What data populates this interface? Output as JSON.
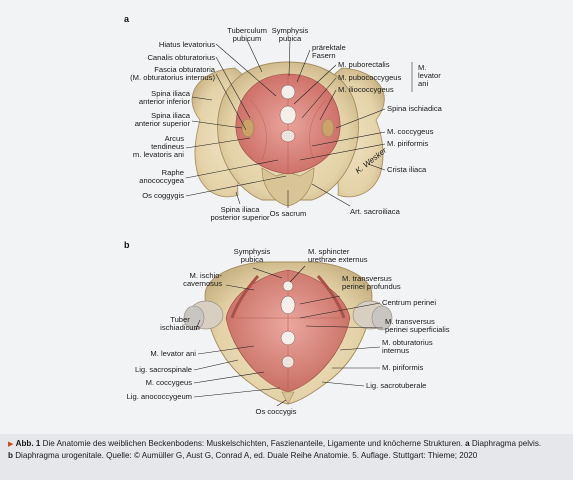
{
  "panel_a": {
    "letter": "a",
    "labels": {
      "tuberculum": [
        "Tuberculum",
        "pubicum"
      ],
      "symphysis": [
        "Symphysis",
        "pubica"
      ],
      "praerektale": [
        "präre­ktale",
        "Fasern"
      ],
      "hiatus": "Hiatus levatorius",
      "canalis": "Canalis obturatorius",
      "fascia": [
        "Fascia obturatoria",
        "(M. obturatorius internus)"
      ],
      "spina_inf": [
        "Spina iliaca",
        "anterior inferior"
      ],
      "spina_sup": [
        "Spina iliaca",
        "anterior superior"
      ],
      "arcus": [
        "Arcus",
        "tendineus",
        "m. levatoris ani"
      ],
      "raphe": [
        "Raphe",
        "anococcygea"
      ],
      "os_coggygis": "Os coggygis",
      "spina_post": [
        "Spina iliaca",
        "posterior superior"
      ],
      "os_sacrum": "Os sacrum",
      "art_sacro": "Art. sacroiliaca",
      "crista": "Crista iliaca",
      "piriformis": "M. piriformis",
      "coccygeus": "M. coccygeus",
      "spina_isch": "Spina ischiadica",
      "puborectalis": "M. puborectalis",
      "pubococcygeus": "M. pubococcygeus",
      "iliococcygeus": "M. iliococcygeus",
      "levator_group": [
        "M.",
        "levator",
        "ani"
      ],
      "signature": "K. Wesker"
    }
  },
  "panel_b": {
    "letter": "b",
    "labels": {
      "symphysis": [
        "Symphysis",
        "pubica"
      ],
      "sphincter": [
        "M. sphincter",
        "urethrae externus"
      ],
      "ischio": [
        "M. ischio-",
        "cavernosus"
      ],
      "transv_prof": [
        "M. transversus",
        "perinei profundus"
      ],
      "centrum": "Centrum perinei",
      "tuber": [
        "Tuber",
        "ischiadicum"
      ],
      "transv_sup": [
        "M. transversus",
        "perinei superficialis"
      ],
      "levator": "M. levator ani",
      "obturator": [
        "M. obturatorius",
        "internus"
      ],
      "lig_sacrospinale": "Lig. sacrospinale",
      "piriformis": "M. piriformis",
      "coccygeus": "M. coccygeus",
      "lig_sacrotuberale": "Lig. sacrotuberale",
      "lig_anococ": "Lig. anococcygeum",
      "os_coccygis": "Os coccygis"
    }
  },
  "caption": {
    "marker": "▶",
    "abb": "Abb. 1",
    "line1_text": " Die Anatomie des weiblichen Beckenbodens: Muskelschichten, Faszienanteile, Ligamente und knöcherne Strukturen. ",
    "line1_a": "a",
    "line1_a_text": " Diaphragma pelvis.",
    "line2_b": "b",
    "line2_text": " Diaphragma urogenitale. Quelle: © Aumüller G, Aust G, Conrad A, ed. Duale Reihe Anatomie. 5. Auflage. Stuttgart: Thieme; 2020"
  }
}
